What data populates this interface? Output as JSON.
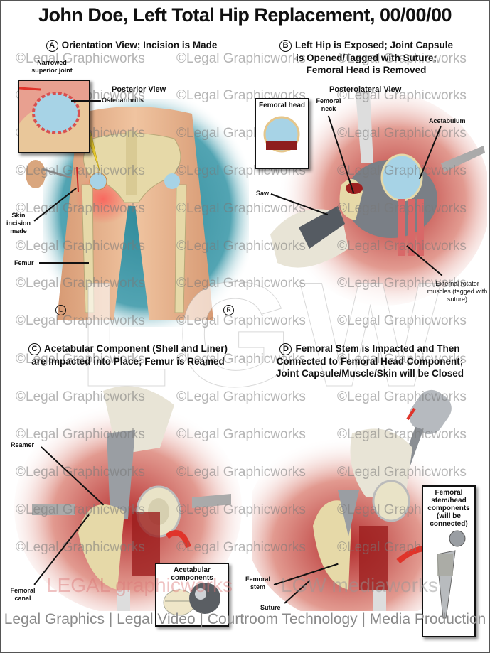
{
  "title": "John Doe, Left Total Hip Replacement, 00/00/00",
  "panels": {
    "a": {
      "badge": "A",
      "heading": "Orientation View; Incision is Made",
      "view_label": "Posterior View",
      "labels": {
        "narrowed": "Narrowed superior joint",
        "osteoarthritis": "Osteoarthritis",
        "skin_incision": "Skin incision made",
        "femur": "Femur"
      },
      "orientation": {
        "left": "L",
        "right": "R"
      }
    },
    "b": {
      "badge": "B",
      "heading_line1": "Left Hip is Exposed; Joint Capsule",
      "heading_line2": "is Opened/Tagged with Suture;",
      "heading_line3": "Femoral Head is Removed",
      "view_label": "Posterolateral View",
      "inset_label": "Femoral head",
      "labels": {
        "femoral_neck": "Femoral neck",
        "acetabulum": "Acetabulum",
        "saw": "Saw",
        "external_rotators": "External rotator muscles (tagged with suture)"
      }
    },
    "c": {
      "badge": "C",
      "heading_line1": "Acetabular Component (Shell and Liner)",
      "heading_line2": "are Impacted into Place; Femur is Reamed",
      "inset_label": "Acetabular components",
      "labels": {
        "reamer": "Reamer",
        "femoral_canal": "Femoral canal"
      }
    },
    "d": {
      "badge": "D",
      "heading_line1": "Femoral Stem is Impacted and Then",
      "heading_line2": "Connected to Femoral Head Component;",
      "heading_line3": "Joint Capsule/Muscle/Skin will be Closed",
      "inset_label": "Femoral stem/head components (will be connected)",
      "labels": {
        "femoral_stem": "Femoral stem",
        "suture": "Suture"
      }
    }
  },
  "watermark": {
    "text": "©Legal Graphicworks",
    "logo_text": "LGW",
    "brand_left": "LEGAL graphicworks",
    "brand_right": "LGW mediaworks"
  },
  "footer": "Legal Graphics | Legal Video | Courtroom Technology | Media Production",
  "colors": {
    "skin": "#e8b48e",
    "bone": "#e6d9a8",
    "muscle": "#c63b3b",
    "tissue_pink": "#e9a39a",
    "drape_teal": "#2f8a9a",
    "glove": "#e8e4d6",
    "steel": "#9a9ea3",
    "arrow_red": "#e0342a",
    "cartilage_blue": "#a7d3e6"
  }
}
